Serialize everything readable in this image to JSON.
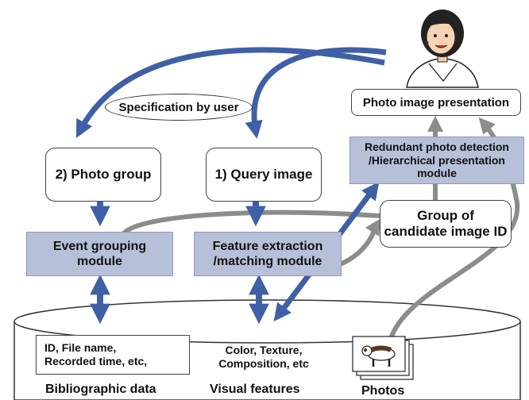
{
  "user_spec": "Specification by user",
  "presentation": "Photo image presentation",
  "redundant": [
    "Redundant photo detection",
    "/Hierarchical presentation",
    "module"
  ],
  "photo_group": "2) Photo group",
  "query_image": "1) Query image",
  "candidate": [
    "Group of",
    "candidate image ID"
  ],
  "event_grouping": [
    "Event grouping",
    "module"
  ],
  "feature_extraction": [
    "Feature extraction",
    "/matching module"
  ],
  "biblio_box": [
    "ID, File name,",
    "Recorded time, etc,"
  ],
  "visual_box": [
    "Color, Texture,",
    "Composition, etc"
  ],
  "db_labels": {
    "biblio": "Bibliographic data",
    "visual": "Visual features",
    "photos": "Photos"
  },
  "colors": {
    "arrow_blue": "#3f5fa6",
    "arrow_gray": "#8c8c8c",
    "module_fill": "#b6c0d8"
  },
  "icons": [
    "user-avatar-icon",
    "photo-stack-icon"
  ]
}
